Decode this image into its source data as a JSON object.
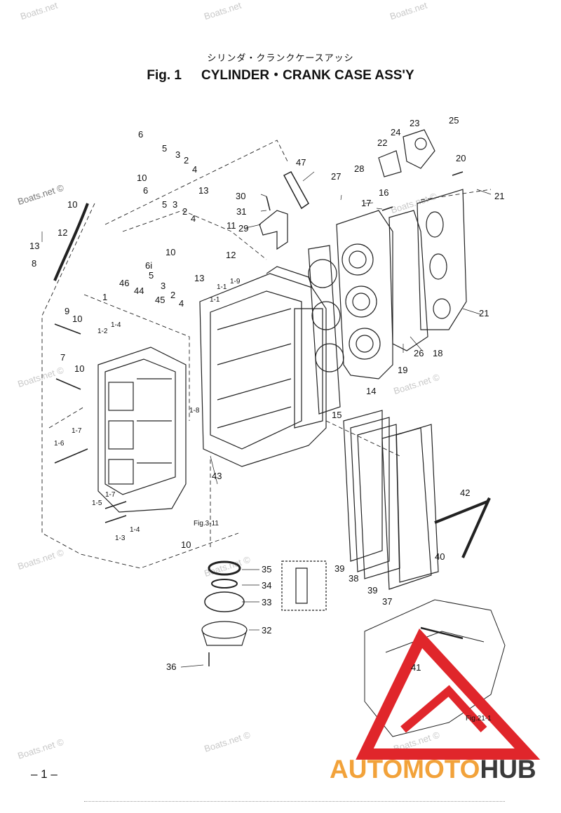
{
  "header": {
    "title_jp": "シリンダ・クランクケースアッシ",
    "fig_label": "Fig. 1",
    "title_en": "CYLINDER・CRANK CASE ASS'Y"
  },
  "watermark": "Boats.net",
  "watermark_c": "Boats.net ©",
  "refs": {
    "fig311": "Fig.3-11",
    "fig211": "Fig.21-1"
  },
  "callouts": {
    "c1": "1",
    "c2": "2",
    "c3": "3",
    "c4": "4",
    "c5": "5",
    "c6": "6",
    "c6i": "6i",
    "c7": "7",
    "c8": "8",
    "c9": "9",
    "c10": "10",
    "c11": "11",
    "c12": "12",
    "c13": "13",
    "c14": "14",
    "c15": "15",
    "c16": "16",
    "c17": "17",
    "c18": "18",
    "c19": "19",
    "c20": "20",
    "c21": "21",
    "c22": "22",
    "c23": "23",
    "c24": "24",
    "c25": "25",
    "c26": "26",
    "c27": "27",
    "c28": "28",
    "c29": "29",
    "c30": "30",
    "c31": "31",
    "c32": "32",
    "c33": "33",
    "c34": "34",
    "c35": "35",
    "c36": "36",
    "c37": "37",
    "c38": "38",
    "c39": "39",
    "c40": "40",
    "c41": "41",
    "c42": "42",
    "c43": "43",
    "c44": "44",
    "c45": "45",
    "c46": "46",
    "c47": "47",
    "s11": "1-1",
    "s12": "1-2",
    "s13": "1-3",
    "s14": "1-4",
    "s15": "1-5",
    "s16": "1-6",
    "s17": "1-7",
    "s18": "1-8",
    "s19": "1-9"
  },
  "footer": {
    "page": "– 1 –",
    "logo_a": "AUTOMOTO",
    "logo_b": "HUB"
  },
  "colors": {
    "logo_orange": "#f2a23a",
    "logo_red": "#e0262b",
    "logo_dark": "#3a3a3a",
    "line": "#222222"
  }
}
